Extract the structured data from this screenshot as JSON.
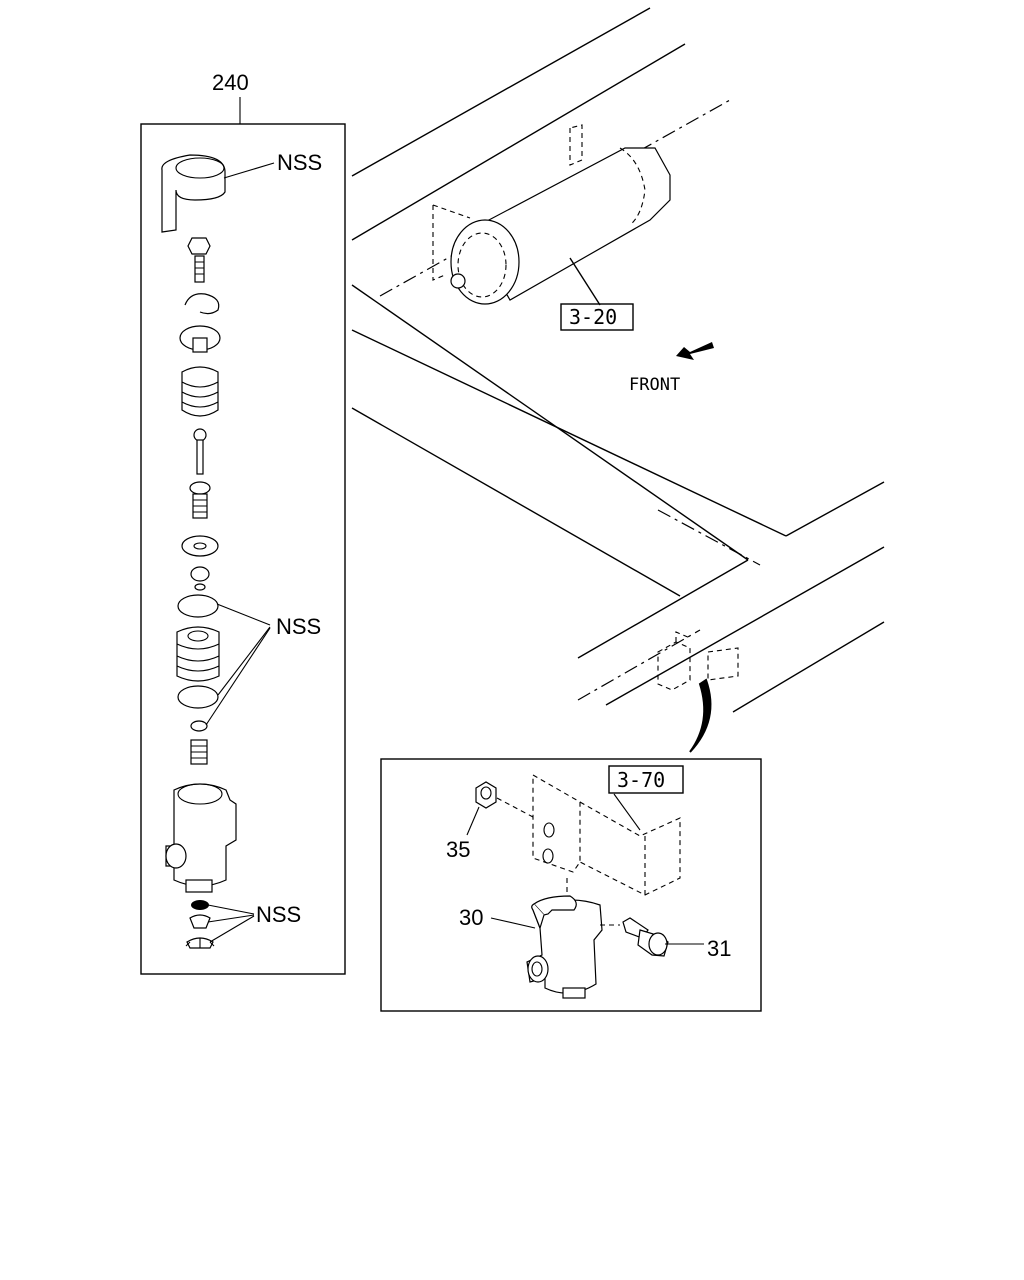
{
  "labels": {
    "kit_number": "240",
    "nss_top": "NSS",
    "nss_middle": "NSS",
    "nss_bottom": "NSS",
    "ref_tank": "3-20",
    "ref_bracket": "3-70",
    "front": "FRONT",
    "part_nut": "35",
    "part_valve": "30",
    "part_plug": "31"
  }
}
